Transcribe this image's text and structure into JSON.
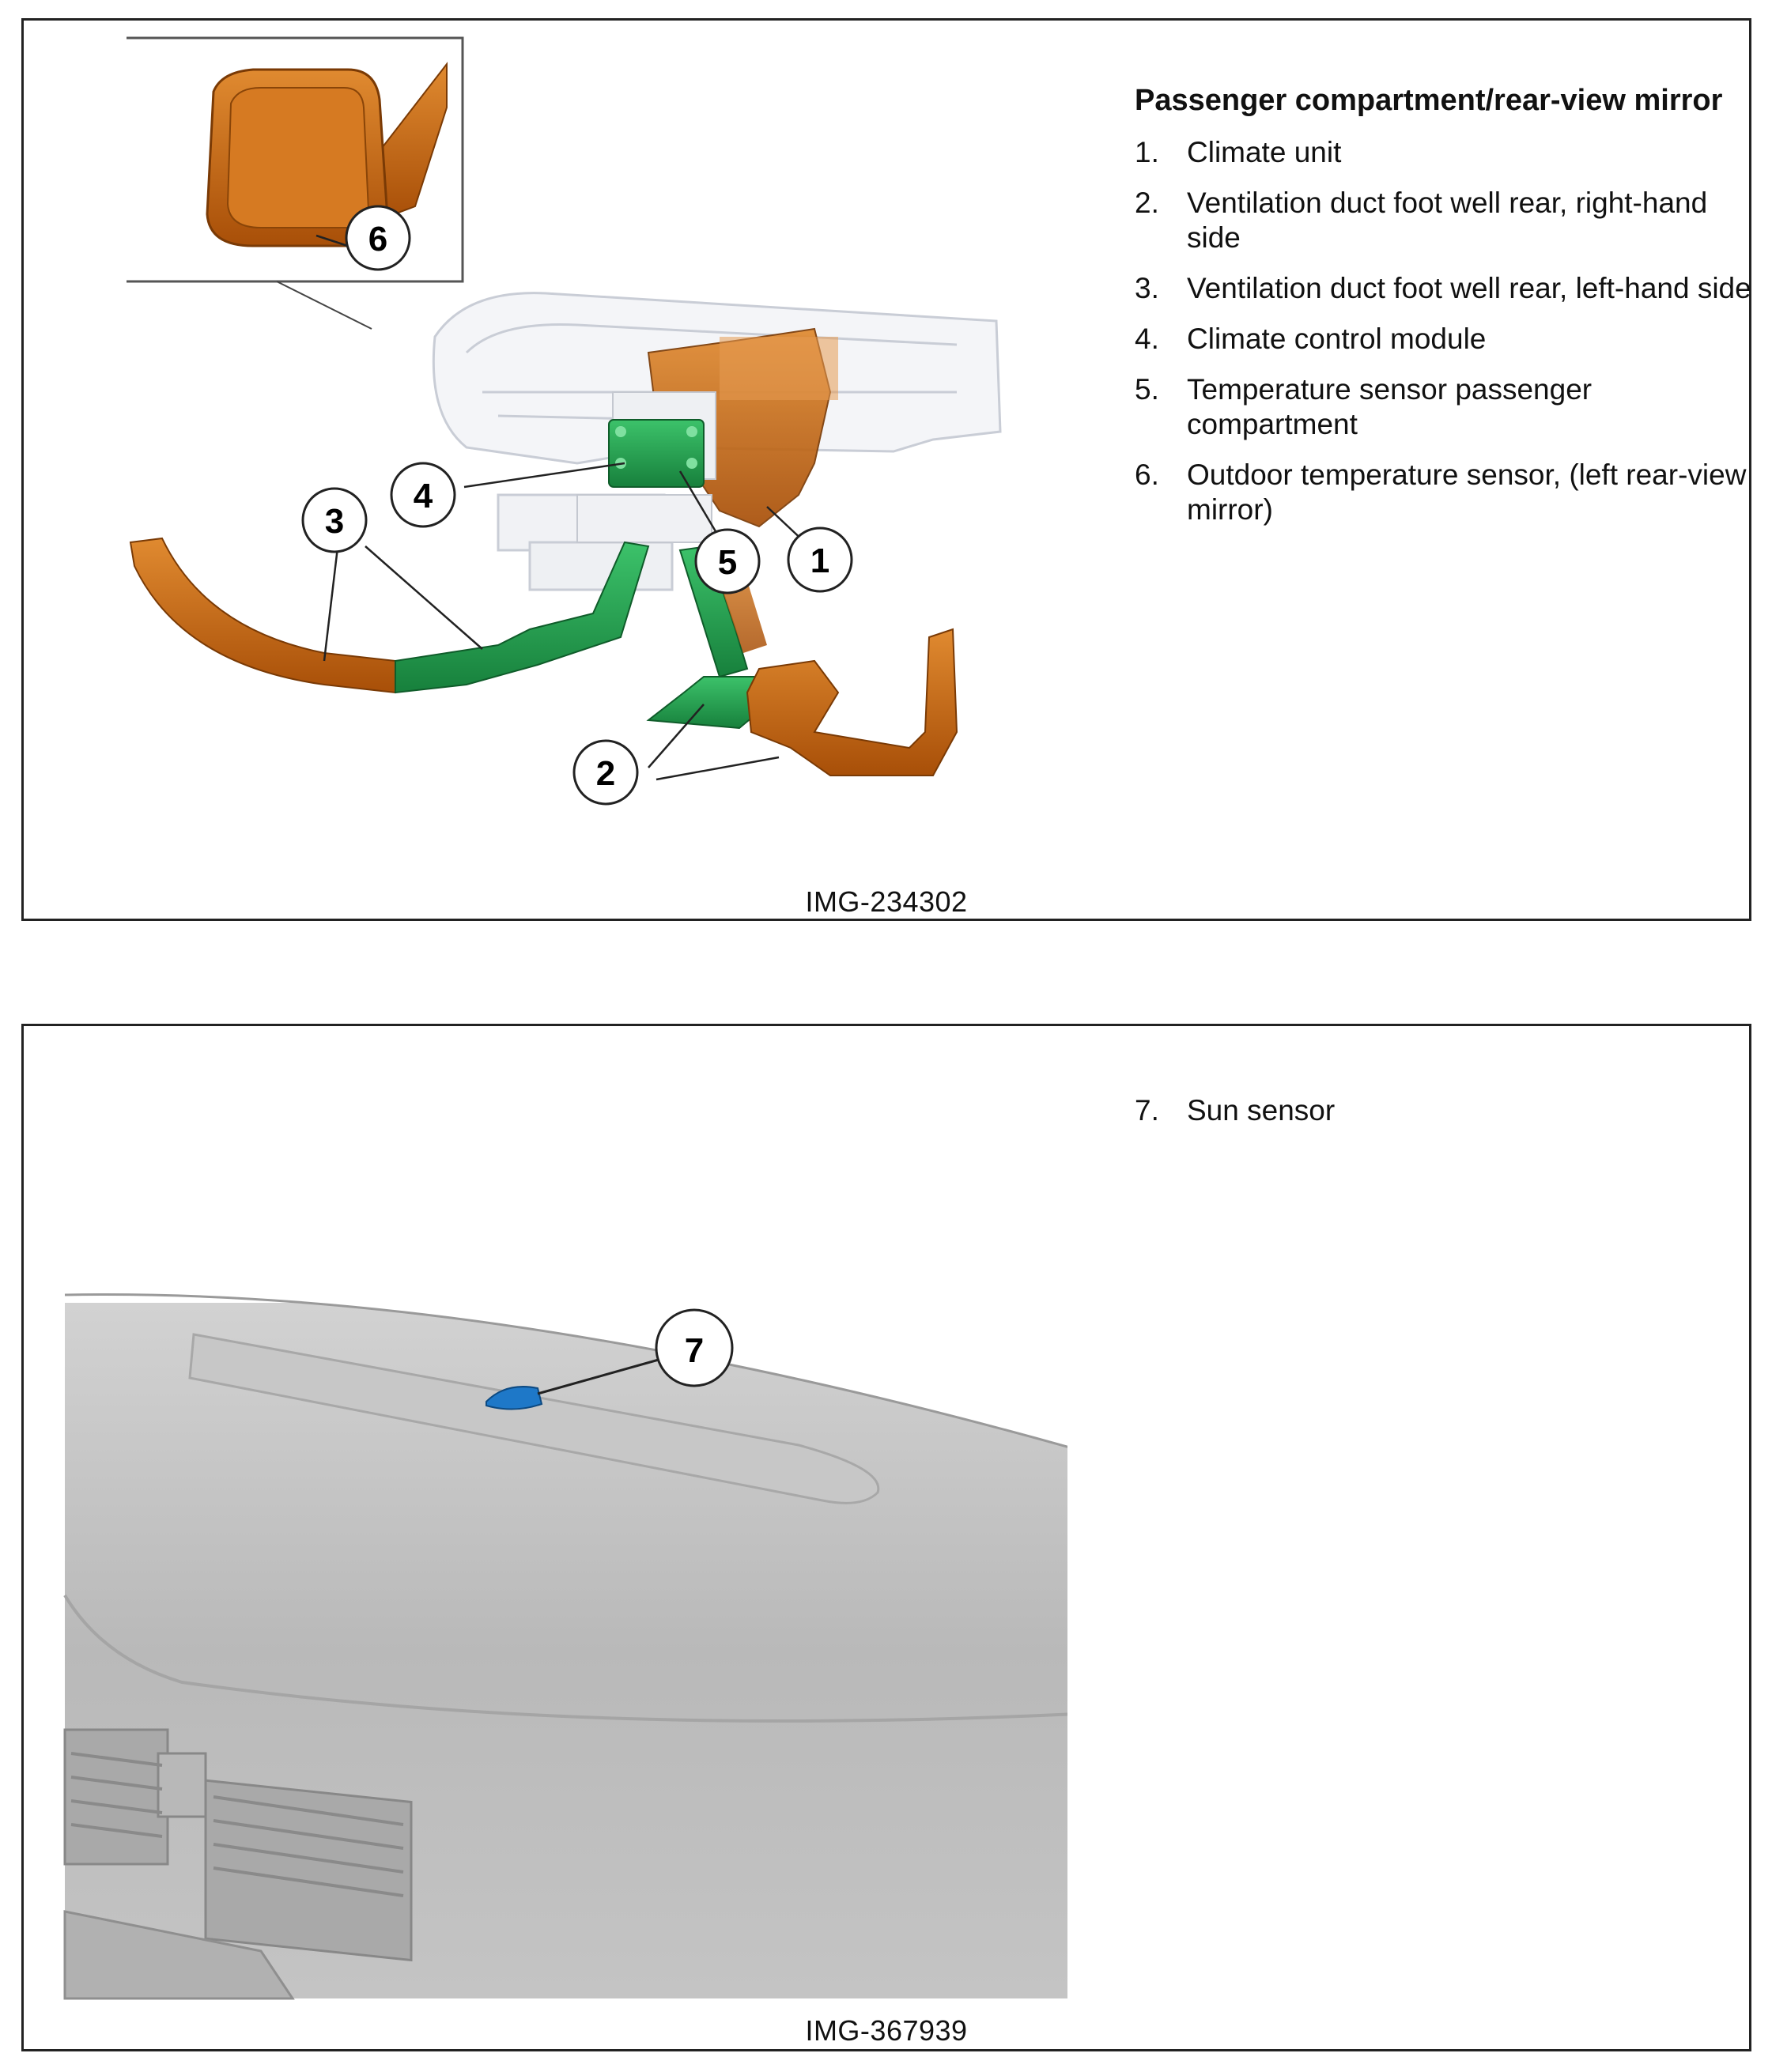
{
  "figure1": {
    "image_id": "IMG-234302",
    "legend_title": "Passenger compartment/rear-view mirror",
    "items": [
      {
        "num": "1.",
        "label": "Climate unit"
      },
      {
        "num": "2.",
        "label": "Ventilation duct foot well rear, right-hand side"
      },
      {
        "num": "3.",
        "label": "Ventilation duct foot well rear, left-hand side"
      },
      {
        "num": "4.",
        "label": "Climate control module"
      },
      {
        "num": "5.",
        "label": "Temperature sensor passenger compartment"
      },
      {
        "num": "6.",
        "label": "Outdoor temperature sensor, (left rear-view mirror)"
      }
    ],
    "callouts": [
      "1",
      "2",
      "3",
      "4",
      "5",
      "6"
    ]
  },
  "figure2": {
    "image_id": "IMG-367939",
    "items": [
      {
        "num": "7.",
        "label": "Sun sensor"
      }
    ],
    "callouts": [
      "7"
    ]
  },
  "colors": {
    "orange": "#c8650f",
    "green": "#1e9a4a",
    "blue": "#1e78c8",
    "dash_grey": "#b4b4b4"
  }
}
